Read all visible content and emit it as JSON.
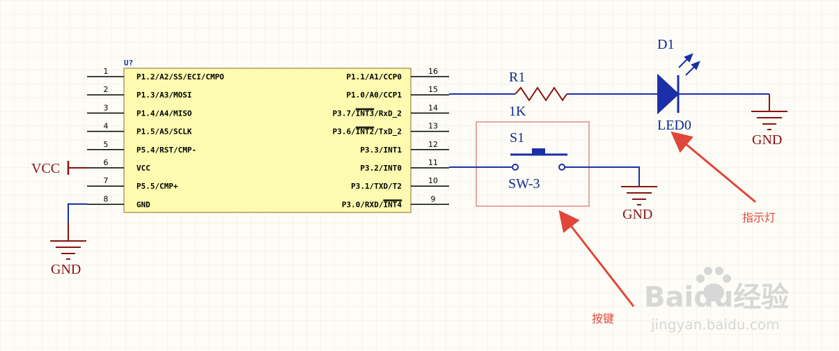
{
  "ic": {
    "designator": "U?",
    "left_pins": [
      {
        "num": "1",
        "name": "P1.2/A2/SS/ECI/CMPO"
      },
      {
        "num": "2",
        "name": "P1.3/A3/MOSI"
      },
      {
        "num": "3",
        "name": "P1.4/A4/MISO"
      },
      {
        "num": "4",
        "name": "P1.5/A5/SCLK"
      },
      {
        "num": "5",
        "name": "P5.4/RST/CMP-"
      },
      {
        "num": "6",
        "name": "VCC"
      },
      {
        "num": "7",
        "name": "P5.5/CMP+"
      },
      {
        "num": "8",
        "name": "GND"
      }
    ],
    "right_pins": [
      {
        "num": "16",
        "pre": "",
        "over": "",
        "post": "P1.1/A1/CCP0"
      },
      {
        "num": "15",
        "pre": "",
        "over": "",
        "post": "P1.0/A0/CCP1"
      },
      {
        "num": "14",
        "pre": "P3.7/",
        "over": "INT3",
        "post": "/RxD_2"
      },
      {
        "num": "13",
        "pre": "P3.6/",
        "over": "INT2",
        "post": "/TxD_2"
      },
      {
        "num": "12",
        "pre": "",
        "over": "",
        "post": "P3.3/INT1"
      },
      {
        "num": "11",
        "pre": "",
        "over": "",
        "post": "P3.2/INT0"
      },
      {
        "num": "10",
        "pre": "",
        "over": "",
        "post": "P3.1/TXD/T2"
      },
      {
        "num": "9",
        "pre": "P3.0/RXD/",
        "over": "INT4",
        "post": ""
      }
    ]
  },
  "power": {
    "vcc": "VCC",
    "gnd_mcu": "GND",
    "gnd_switch": "GND",
    "gnd_led": "GND"
  },
  "resistor": {
    "designator": "R1",
    "value": "1K"
  },
  "switch": {
    "designator": "S1",
    "value": "SW-3"
  },
  "led": {
    "designator": "D1",
    "value": "LED0"
  },
  "annotations": {
    "led": "指示灯",
    "button": "按键"
  },
  "watermark": {
    "brand": "Baidu经验",
    "url": "jingyan.baidu.com"
  },
  "colors": {
    "wire": "#1a2fa8",
    "power": "#8a1111",
    "chip_fill": "#fdfbb0",
    "annotation": "#e0463a"
  }
}
